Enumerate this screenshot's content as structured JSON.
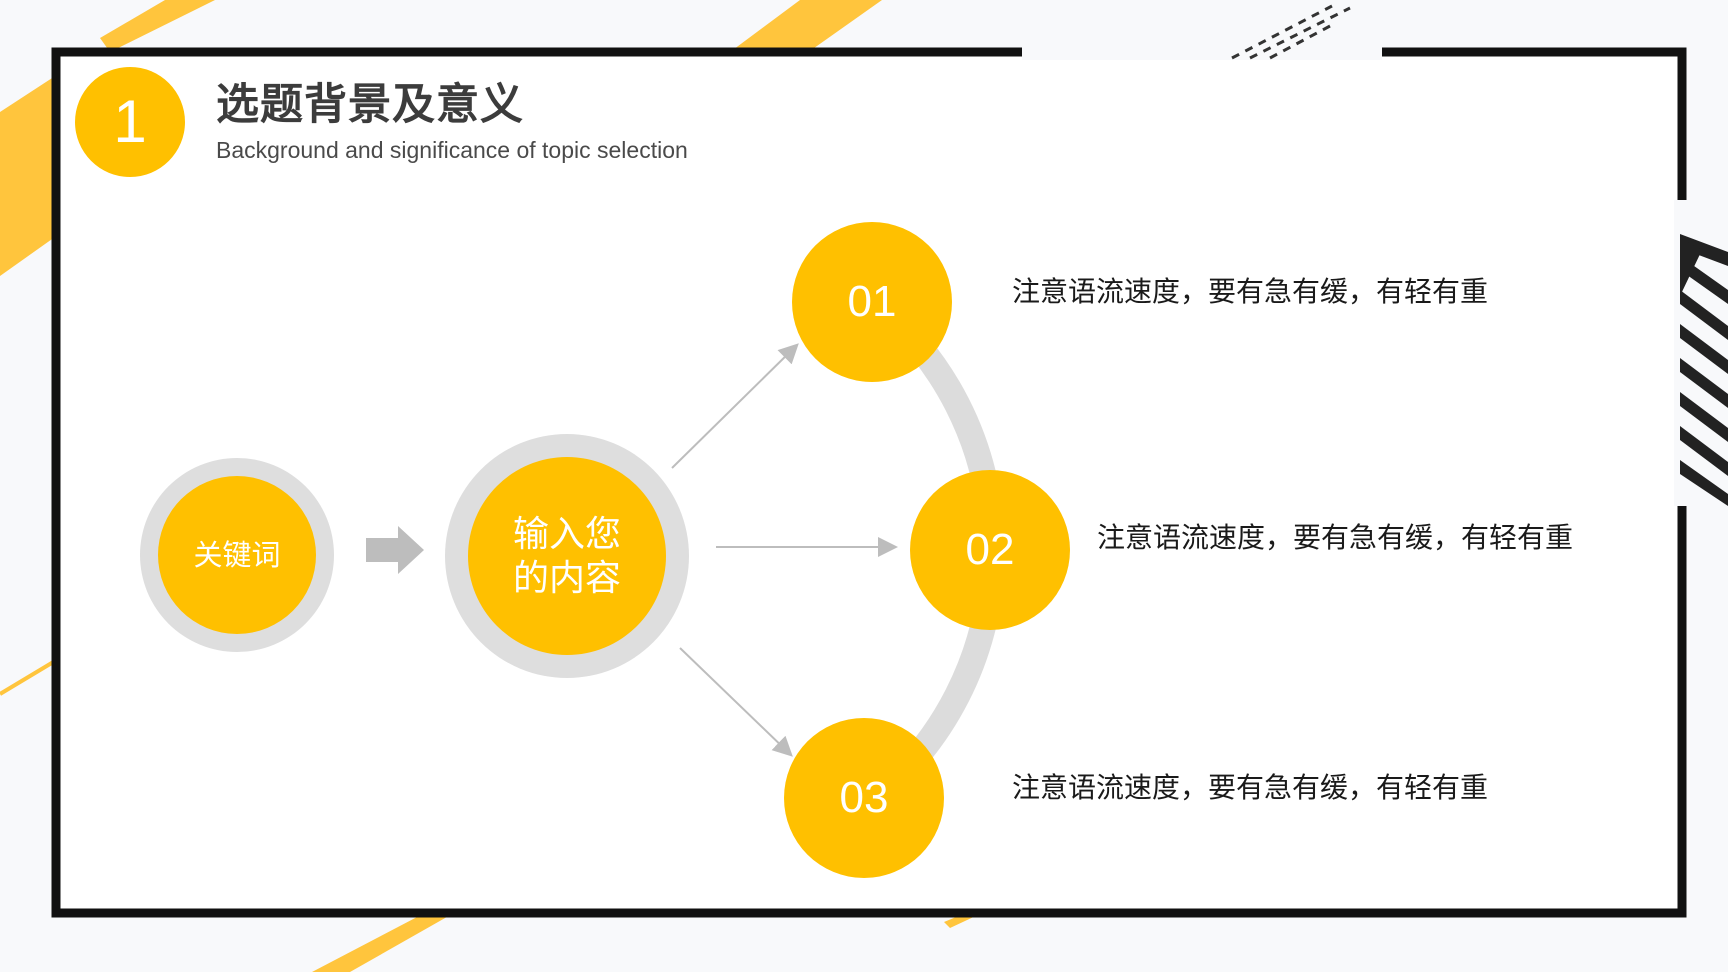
{
  "header": {
    "section_number": "1",
    "title": "选题背景及意义",
    "subtitle": "Background and significance of topic selection"
  },
  "diagram": {
    "keyword_label": "关键词",
    "content_label_line1": "输入您",
    "content_label_line2": "的内容",
    "items": [
      {
        "number": "01",
        "text": "注意语流速度，要有急有缓，有轻有重"
      },
      {
        "number": "02",
        "text": "注意语流速度，要有急有缓，有轻有重"
      },
      {
        "number": "03",
        "text": "注意语流速度，要有急有缓，有轻有重"
      }
    ]
  },
  "colors": {
    "accent": "#ffc000",
    "frame": "#111111",
    "ring": "#dedede",
    "arrow": "#bdbdbd"
  }
}
